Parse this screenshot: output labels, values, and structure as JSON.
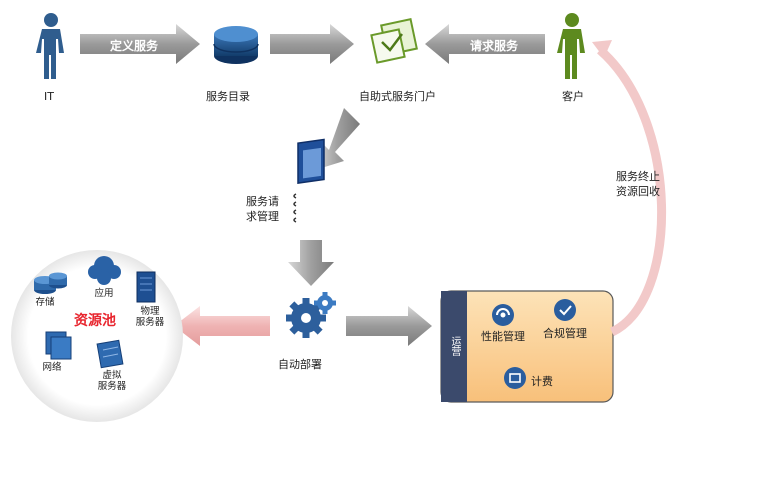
{
  "actors": {
    "it": "IT",
    "customer": "客户"
  },
  "flow": {
    "define_service": "定义服务",
    "request_service": "请求服务",
    "service_catalog": "服务目录",
    "self_service_portal": "自助式服务门户",
    "request_mgmt_line1": "服务请",
    "request_mgmt_line2": "求管理",
    "auto_deploy": "自动部署",
    "terminate_line1": "服务终止",
    "terminate_line2": "资源回收"
  },
  "resource_pool": {
    "title": "资源池",
    "storage": "存储",
    "application": "应用",
    "physical_line1": "物理",
    "physical_line2": "服务器",
    "network": "网络",
    "virtual_line1": "虚拟",
    "virtual_line2": "服务器"
  },
  "operations": {
    "side_label": "运营",
    "performance": "性能管理",
    "compliance": "合规管理",
    "billing": "计费"
  },
  "colors": {
    "person_it": "#2e5c8c",
    "person_customer": "#5c8a1e",
    "ops_panel": "#fbd39a",
    "ops_bar": "#3a4a6b",
    "grey_arrow": "#9a9a9a",
    "pink_arrow": "#f2c4c4"
  }
}
